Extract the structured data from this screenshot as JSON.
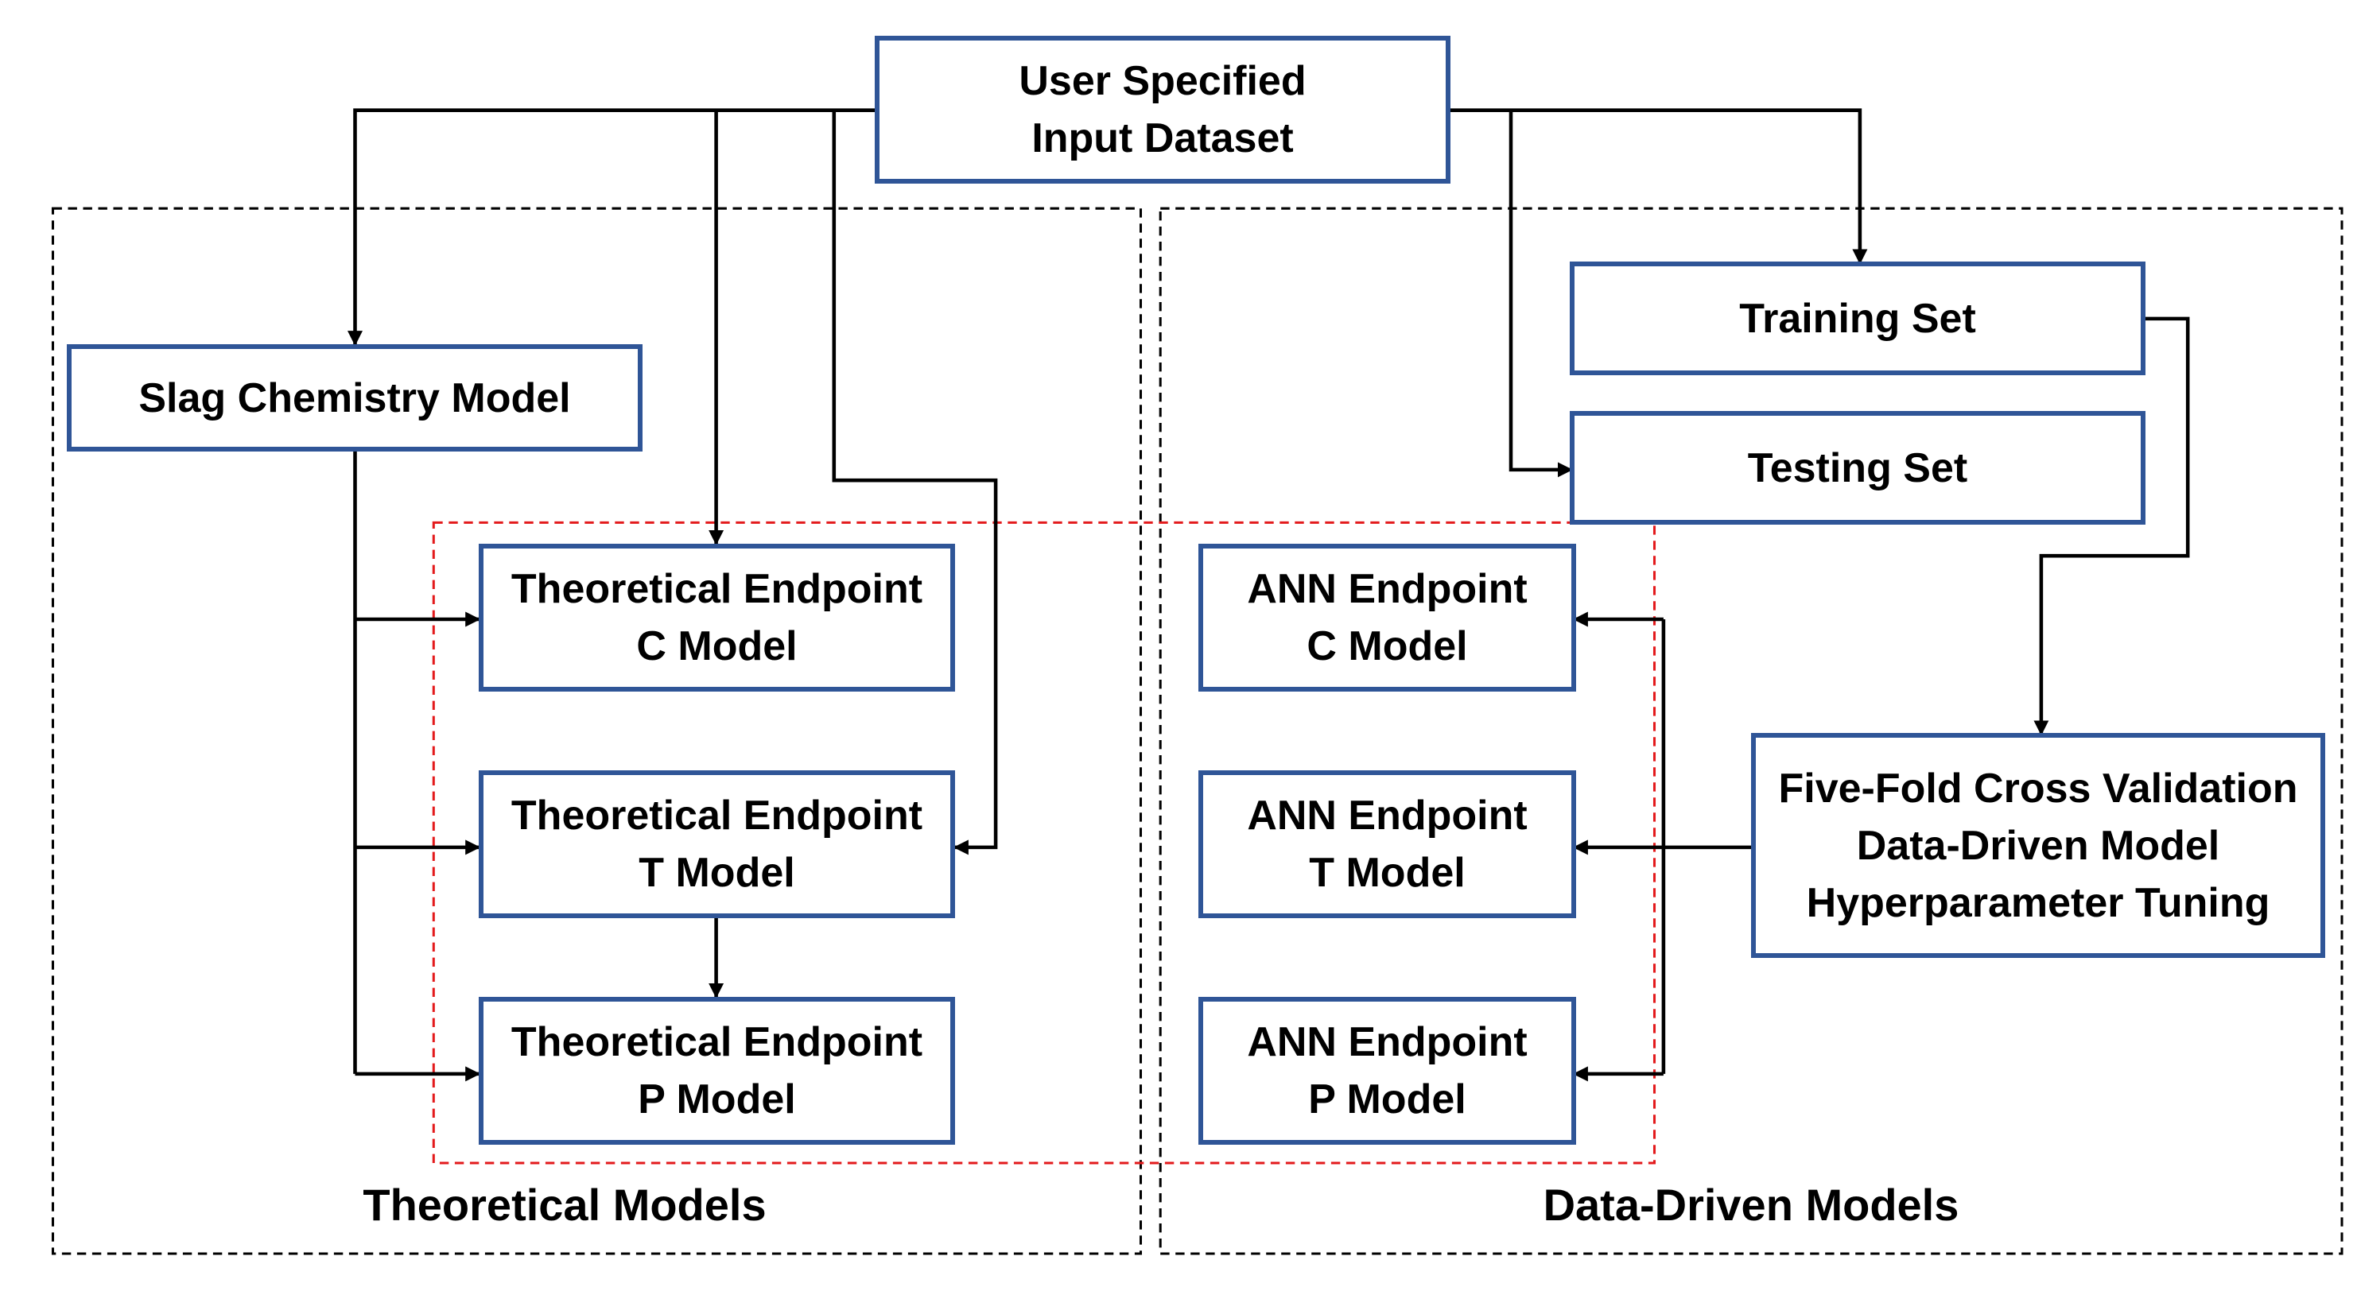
{
  "colors": {
    "box_border": "#2F5597",
    "arrow": "#000000",
    "region_border": "#000000",
    "highlight_border": "#E31A1C"
  },
  "nodes": {
    "input": {
      "line1": "User Specified",
      "line2": "Input Dataset"
    },
    "slag": {
      "line1": "Slag Chemistry Model"
    },
    "training": {
      "line1": "Training Set"
    },
    "testing": {
      "line1": "Testing Set"
    },
    "theo_c": {
      "line1": "Theoretical Endpoint",
      "line2": "C Model"
    },
    "theo_t": {
      "line1": "Theoretical Endpoint",
      "line2": "T Model"
    },
    "theo_p": {
      "line1": "Theoretical Endpoint",
      "line2": "P Model"
    },
    "ann_c": {
      "line1": "ANN Endpoint",
      "line2": "C Model"
    },
    "ann_t": {
      "line1": "ANN Endpoint",
      "line2": "T Model"
    },
    "ann_p": {
      "line1": "ANN Endpoint",
      "line2": "P Model"
    },
    "cv": {
      "line1": "Five-Fold Cross Validation",
      "line2": "Data-Driven Model",
      "line3": "Hyperparameter Tuning"
    }
  },
  "regions": {
    "theoretical": {
      "label": "Theoretical Models"
    },
    "data_driven": {
      "label": "Data-Driven Models"
    }
  }
}
